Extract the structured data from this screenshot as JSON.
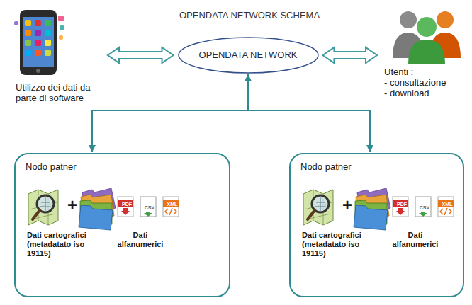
{
  "diagram": {
    "title": "OPENDATA NETWORK SCHEMA",
    "nodes": [
      {
        "text": [
          "Utilizzo dei dati da parte di software"
        ]
      },
      {
        "text": [
          "OPENDATA NETWORK"
        ]
      },
      {
        "text": [
          "Utenti :",
          "- consultazione",
          "- download"
        ]
      },
      {
        "text": [
          "Nodo patner",
          "+",
          "PDF",
          "CSV",
          "XML",
          "Dati cartografici (metadatato iso 19115)",
          "Dati alfanumerici"
        ]
      },
      {
        "text": [
          "Nodo patner",
          "+",
          "PDF",
          "CSV",
          "XML",
          "Dati cartografici (metadatato iso 19115)",
          "Dati alfanumerici"
        ]
      }
    ],
    "edges": [
      {
        "from": 0,
        "to": 1,
        "arrow": "both"
      },
      {
        "from": 1,
        "to": 2,
        "arrow": "both"
      },
      {
        "from": 1,
        "to": 3,
        "arrow": "both"
      },
      {
        "from": 1,
        "to": 4,
        "arrow": "both"
      }
    ]
  }
}
